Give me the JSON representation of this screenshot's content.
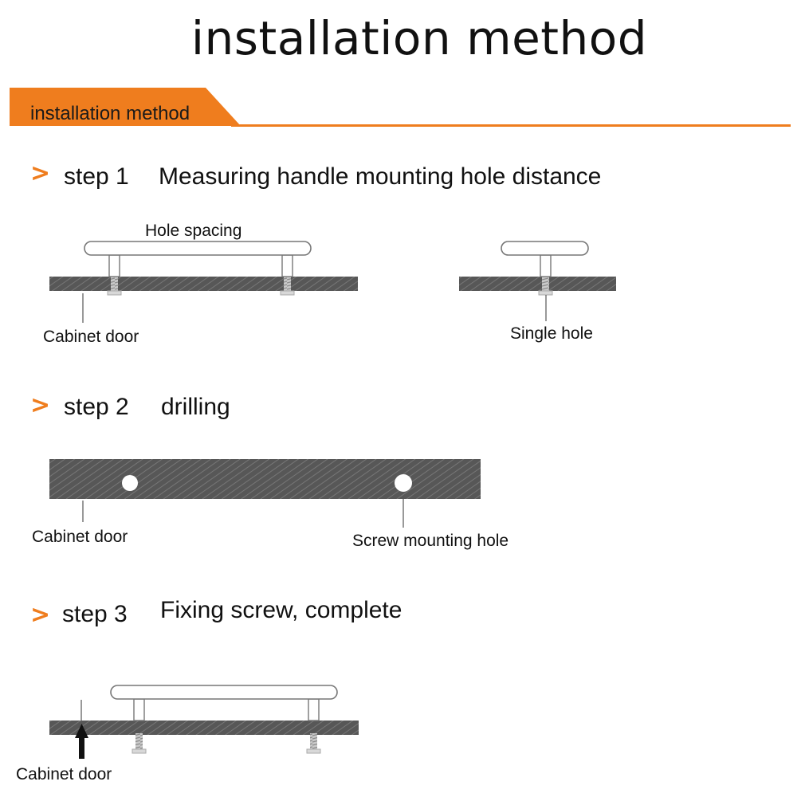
{
  "title": "installation method",
  "banner": {
    "label": "installation method"
  },
  "colors": {
    "accent": "#ef7d1e",
    "board": "#555555",
    "handle": "#ffffff"
  },
  "steps": [
    {
      "marker": ">",
      "number": "step 1",
      "text": "Measuring handle mounting hole distance"
    },
    {
      "marker": ">",
      "number": "step 2",
      "text": "drilling"
    },
    {
      "marker": ">",
      "number": "step 3",
      "text": "Fixing screw, complete"
    }
  ],
  "captions": {
    "hole_spacing": "Hole spacing",
    "cabinet_door_1": "Cabinet door",
    "single_hole": "Single hole",
    "cabinet_door_2": "Cabinet door",
    "screw_mounting_hole": "Screw mounting hole",
    "cabinet_door_3": "Cabinet door"
  }
}
